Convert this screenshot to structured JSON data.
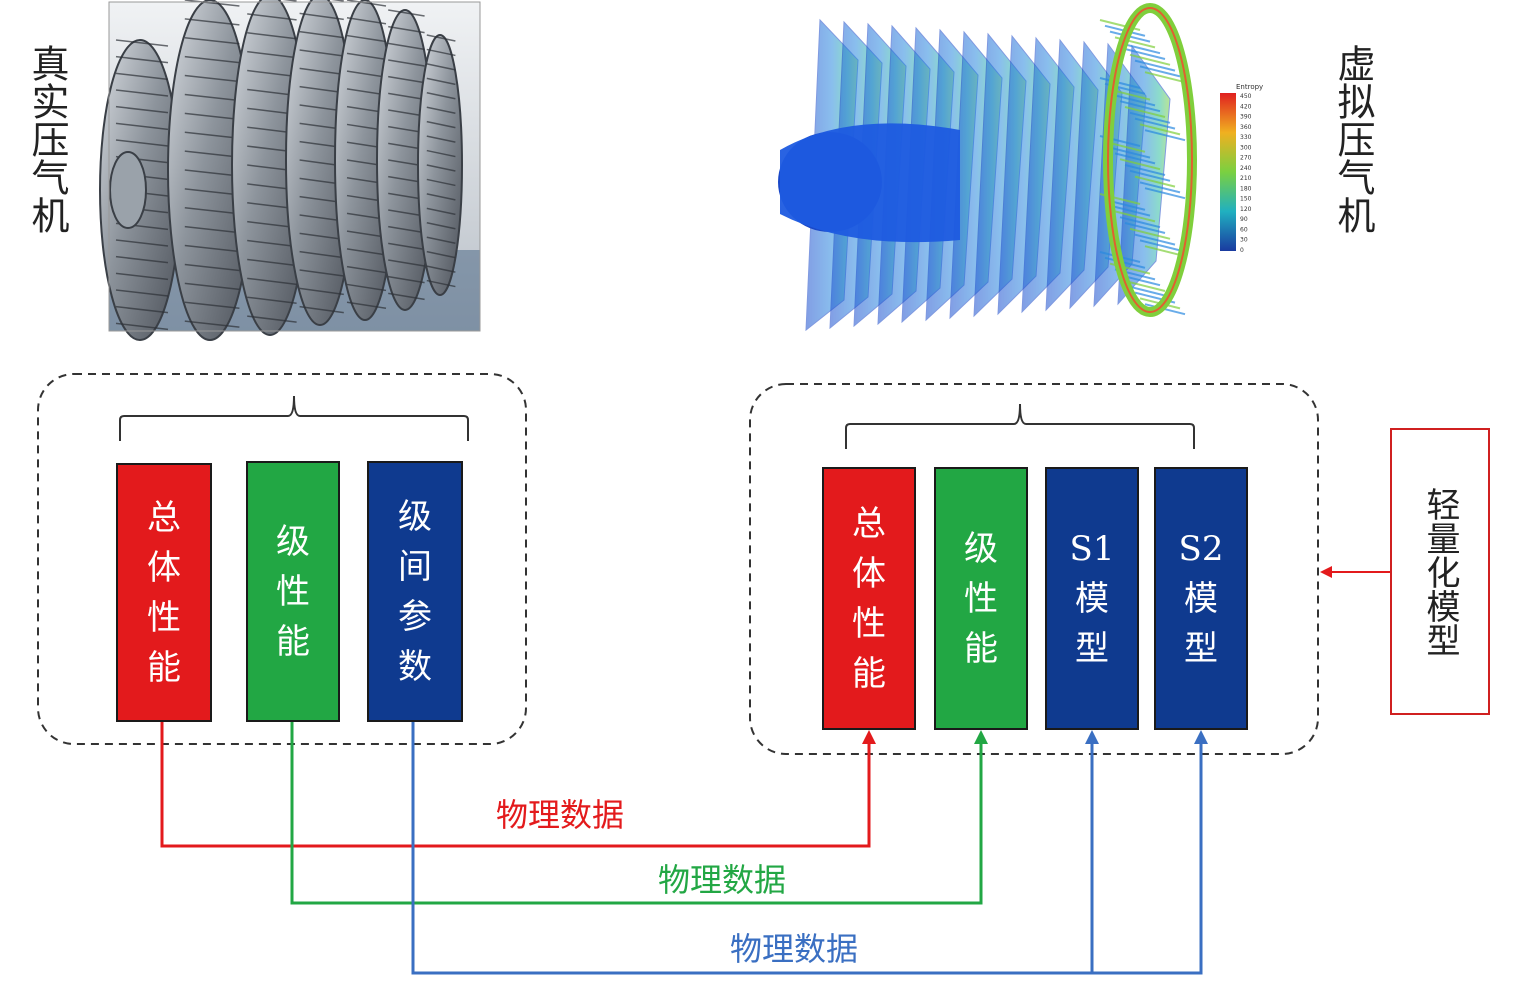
{
  "left_title": "真实压气机",
  "right_title": "虚拟压气机",
  "real_boxes": [
    {
      "label": "总\n体\n性\n能",
      "color": "#e31a1c"
    },
    {
      "label": "级\n性\n能",
      "color": "#22a744"
    },
    {
      "label": "级\n间\n参\n数",
      "color": "#0f3a8f"
    }
  ],
  "virtual_boxes": [
    {
      "label": "总\n体\n性\n能",
      "color": "#e31a1c"
    },
    {
      "label": "级\n性\n能",
      "color": "#22a744"
    },
    {
      "label": "S1\n模\n型",
      "color": "#0f3a8f"
    },
    {
      "label": "S2\n模\n型",
      "color": "#0f3a8f"
    }
  ],
  "lightweight_label": "轻量化模型",
  "flows": [
    {
      "label": "物理数据",
      "color": "#e31a1c"
    },
    {
      "label": "物理数据",
      "color": "#22a744"
    },
    {
      "label": "物理数据",
      "color": "#3a6fc2"
    }
  ],
  "legend": {
    "title": "Entropy",
    "ticks": [
      "450",
      "420",
      "390",
      "360",
      "330",
      "300",
      "270",
      "240",
      "210",
      "180",
      "150",
      "120",
      "90",
      "60",
      "30",
      "0"
    ]
  }
}
